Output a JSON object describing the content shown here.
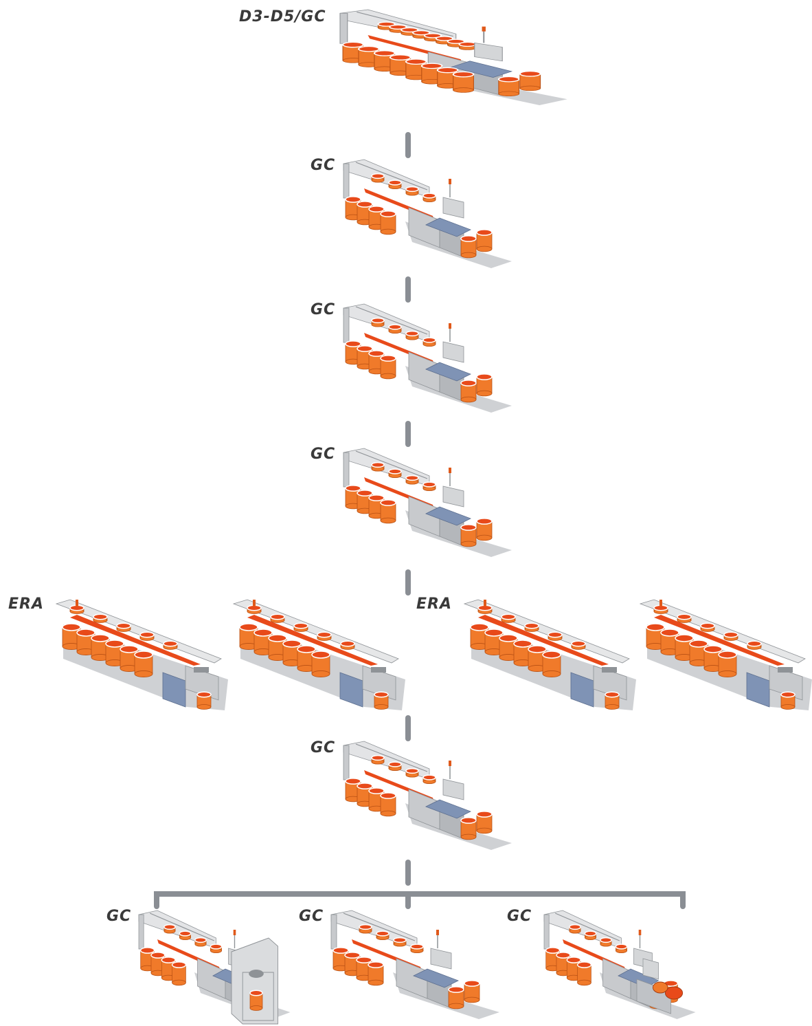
{
  "labels": {
    "top": "D3-D5/GC",
    "gc2": "GC",
    "gc3": "GC",
    "gc4": "GC",
    "era_left": "ERA",
    "era_right": "ERA",
    "gc6": "GC",
    "bottom_left": "GC",
    "bottom_mid": "GC",
    "bottom_right": "GC"
  },
  "colors": {
    "connector": "#8a8e94",
    "can_orange": "#f07a2a",
    "can_top": "#e84a1a",
    "machine_grey": "#c8cacd",
    "machine_dark": "#8e9296",
    "panel_blue": "#7f93b5",
    "floor": "#cfd1d4"
  },
  "machines": [
    {
      "id": "top",
      "type": "gc-drawframe",
      "cans": 16
    },
    {
      "id": "gc2",
      "type": "gc-drawframe",
      "cans": 8
    },
    {
      "id": "gc3",
      "type": "gc-drawframe",
      "cans": 8
    },
    {
      "id": "gc4",
      "type": "gc-drawframe",
      "cans": 8
    },
    {
      "id": "era1",
      "type": "era",
      "cans": 10
    },
    {
      "id": "era2",
      "type": "era",
      "cans": 10
    },
    {
      "id": "era3",
      "type": "era",
      "cans": 10
    },
    {
      "id": "era4",
      "type": "era",
      "cans": 10
    },
    {
      "id": "gc6",
      "type": "gc-drawframe",
      "cans": 8
    },
    {
      "id": "b1",
      "type": "gc-with-cabinet",
      "cans": 8
    },
    {
      "id": "b2",
      "type": "gc-drawframe",
      "cans": 8
    },
    {
      "id": "b3",
      "type": "gc-with-bobbins",
      "cans": 8
    }
  ]
}
